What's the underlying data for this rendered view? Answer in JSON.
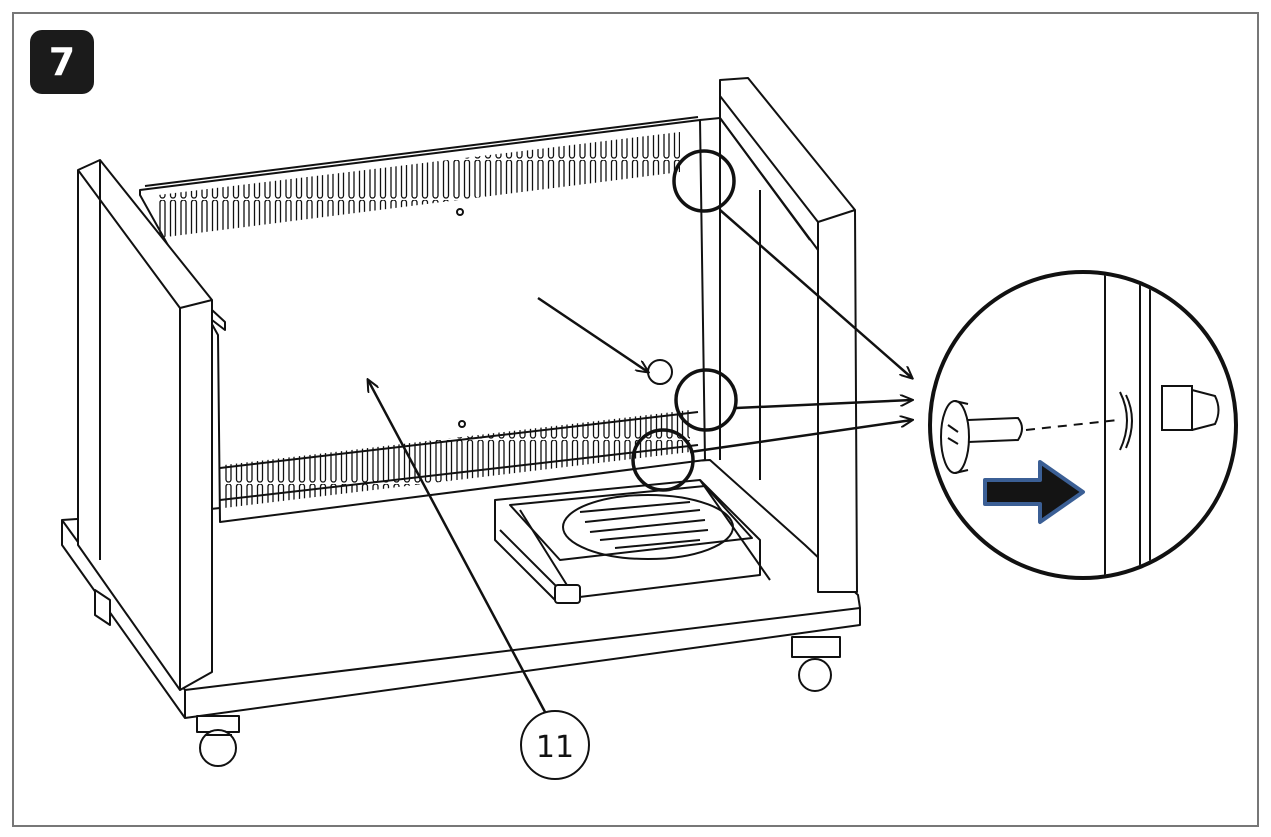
{
  "step": {
    "number": "7"
  },
  "callout": {
    "part_label": "11"
  },
  "colors": {
    "line": "#111111",
    "arrow_fill": "#141414",
    "arrow_outline": "#3b5f95",
    "frame": "#777777",
    "badge": "#1b1b1b"
  },
  "icons": [
    "step-badge",
    "bolt-icon",
    "direction-arrow-icon"
  ]
}
